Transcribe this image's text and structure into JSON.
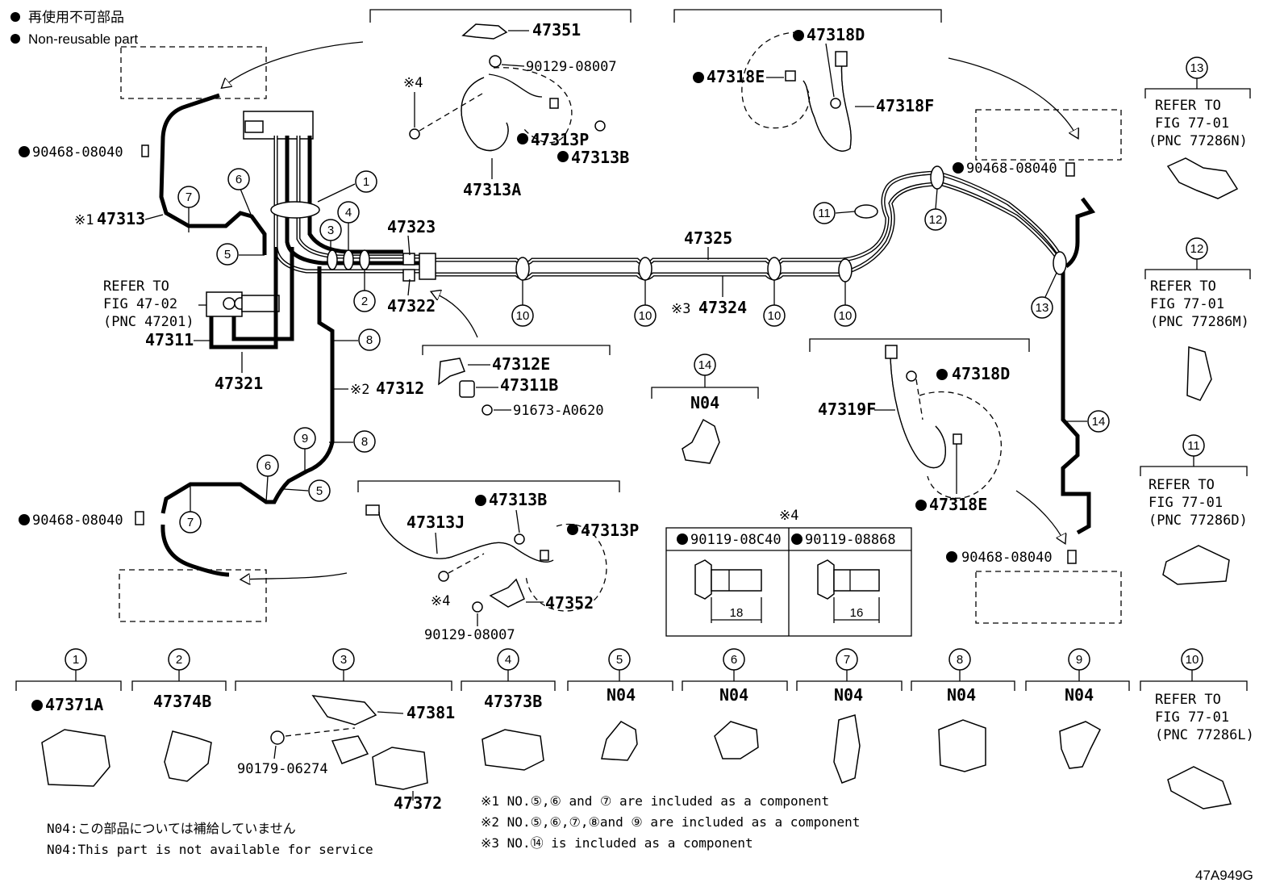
{
  "legend": {
    "jp": "再使用不可部品",
    "en": "Non-reusable part"
  },
  "diagram_id": "47A949G",
  "top_labels": {
    "p47351": "47351",
    "p90129a": "90129-08007",
    "p47313P": "47313P",
    "p47313B": "47313B",
    "p47313A": "47313A",
    "mark4a": "※4",
    "p47318D": "47318D",
    "p47318E": "47318E",
    "p47318F": "47318F"
  },
  "left_labels": {
    "p90468a": "90468-08040",
    "p47313": "47313",
    "mark1": "※1",
    "refer1": "REFER TO",
    "refer2": "FIG 47-02",
    "refer3": "(PNC 47201)",
    "p47311": "47311",
    "p47321": "47321",
    "p47312": "47312",
    "mark2": "※2",
    "p90468b": "90468-08040"
  },
  "center_labels": {
    "p47323": "47323",
    "p47322": "47322",
    "p47325": "47325",
    "p47324": "47324",
    "mark3": "※3",
    "p47312E": "47312E",
    "p47311B": "47311B",
    "p91673": "91673-A0620",
    "n04": "N04"
  },
  "bottom_center_labels": {
    "p47313J": "47313J",
    "p47313B": "47313B",
    "p47313P": "47313P",
    "mark4b": "※4",
    "p47352": "47352",
    "p90129b": "90129-08007"
  },
  "right_labels": {
    "p47318D": "47318D",
    "p47319F": "47319F",
    "p47318E": "47318E",
    "p90468c": "90468-08040",
    "p90468d": "90468-08040"
  },
  "bolt_table": {
    "title": "※4",
    "col1_part": "90119-08C40",
    "col2_part": "90119-08868",
    "col1_len": "18",
    "col2_len": "16"
  },
  "right_column": [
    {
      "num": "13",
      "l1": "REFER TO",
      "l2": "FIG 77-01",
      "l3": "(PNC 77286N)"
    },
    {
      "num": "12",
      "l1": "REFER TO",
      "l2": "FIG 77-01",
      "l3": "(PNC 77286M)"
    },
    {
      "num": "11",
      "l1": "REFER TO",
      "l2": "FIG 77-01",
      "l3": "(PNC 77286D)"
    },
    {
      "num": "10",
      "l1": "REFER TO",
      "l2": "FIG 77-01",
      "l3": "(PNC 77286L)"
    }
  ],
  "bottom_parts": [
    {
      "num": "1",
      "label": "47371A"
    },
    {
      "num": "2",
      "label": "47374B"
    },
    {
      "num": "3",
      "label": "47381",
      "label2": "90179-06274",
      "label3": "47372"
    },
    {
      "num": "4",
      "label": "47373B"
    },
    {
      "num": "5",
      "label": "N04"
    },
    {
      "num": "6",
      "label": "N04"
    },
    {
      "num": "7",
      "label": "N04"
    },
    {
      "num": "8",
      "label": "N04"
    },
    {
      "num": "9",
      "label": "N04"
    }
  ],
  "notes": {
    "n1": "※1 NO.⑤,⑥ and ⑦ are included as a component",
    "n2": "※2 NO.⑤,⑥,⑦,⑧and ⑨ are included as a component",
    "n3": "※3 NO.⑭ is included as a component",
    "n04jp": "N04:この部品については補給していません",
    "n04en": "N04:This part is not available for service"
  },
  "callouts": [
    "1",
    "2",
    "3",
    "4",
    "5",
    "6",
    "7",
    "8",
    "9",
    "10",
    "11",
    "12",
    "13",
    "14"
  ]
}
